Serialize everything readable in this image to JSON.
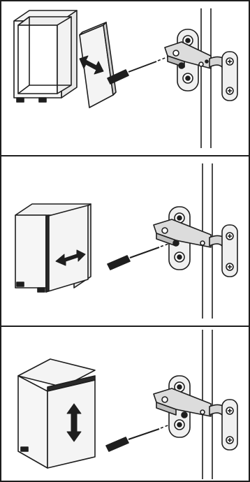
{
  "figure": {
    "panels": [
      {
        "step": 1,
        "motion": "depth",
        "arrow_icon": "double-arrow-diagonal-icon",
        "door_state": "open"
      },
      {
        "step": 2,
        "motion": "horizontal",
        "arrow_icon": "double-arrow-horizontal-icon",
        "door_state": "closed"
      },
      {
        "step": 3,
        "motion": "vertical",
        "arrow_icon": "double-arrow-vertical-icon",
        "door_state": "closed"
      }
    ],
    "colors": {
      "line": "#1e1e1e",
      "fill_light": "#f4f4f4",
      "fill_mid": "#d8d8d8",
      "fill_dark": "#2a2a2a",
      "background": "#ffffff"
    }
  }
}
